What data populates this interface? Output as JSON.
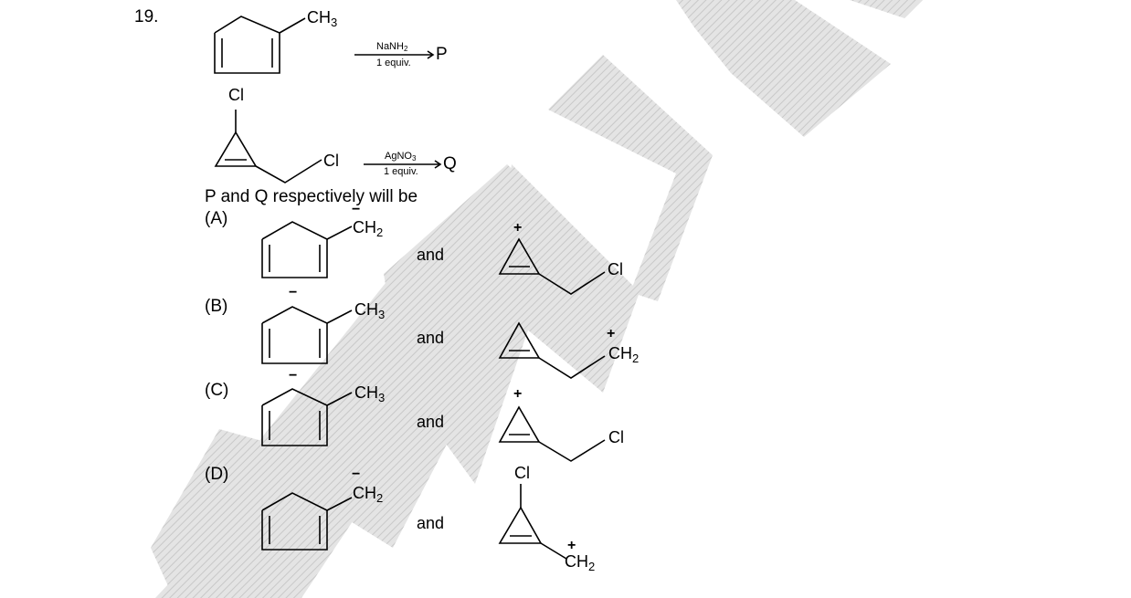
{
  "question": {
    "number": "19.",
    "stem": "P and Q respectively will be"
  },
  "reaction1": {
    "substituent": "CH",
    "substituent_sub": "3",
    "reagent": "NaNH",
    "reagent_sub": "2",
    "amount": "1 equiv.",
    "product": "P"
  },
  "reaction2": {
    "ring_substituent": "Cl",
    "chain_substituent": "Cl",
    "reagent": "AgNO",
    "reagent_sub": "3",
    "amount": "1 equiv.",
    "product": "Q"
  },
  "options": [
    {
      "label": "(A)",
      "group": "CH",
      "group_sub": "2",
      "joiner": "and",
      "charge_left": "−",
      "charge_right": "+",
      "right_group": "Cl"
    },
    {
      "label": "(B)",
      "group": "CH",
      "group_sub": "3",
      "joiner": "and",
      "charge_left": "−",
      "charge_right": "+",
      "right_group": "CH",
      "right_group_sub": "2"
    },
    {
      "label": "(C)",
      "group": "CH",
      "group_sub": "3",
      "joiner": "and",
      "charge_left": "−",
      "charge_right": "+",
      "right_group": "Cl"
    },
    {
      "label": "(D)",
      "group": "CH",
      "group_sub": "2",
      "joiner": "and",
      "charge_left": "−",
      "charge_right": "+",
      "right_group": "Cl",
      "right_group2": "CH",
      "right_group2_sub": "2"
    }
  ],
  "colors": {
    "watermark": "#d6d6d6",
    "text": "#000000"
  }
}
